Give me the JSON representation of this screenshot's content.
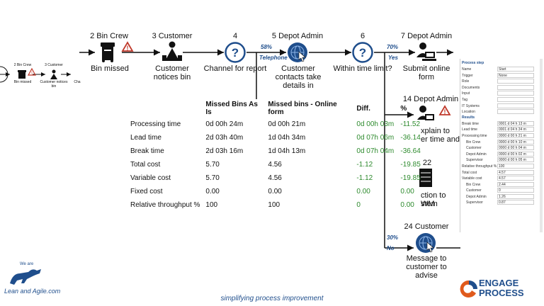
{
  "steps": [
    {
      "header": "2 Bin Crew",
      "label": "Bin missed"
    },
    {
      "header": "3 Customer",
      "label": "Customer notices bin"
    },
    {
      "header": "4",
      "label": "Channel for report"
    },
    {
      "header": "5 Depot Admin",
      "label": "Customer contacts take details in"
    },
    {
      "header": "6",
      "label": "Within time limit?"
    },
    {
      "header": "7 Depot Admin",
      "label": "Submit online form"
    }
  ],
  "edges": {
    "telephone_pct": "58%",
    "telephone_label": "Telephone",
    "yes_pct": "70%",
    "yes_label": "Yes",
    "no_pct": "30%",
    "no_label": "No"
  },
  "mini": {
    "a_header": "2 Bin Crew",
    "a_label": "Bin missed",
    "b_header": "3 Customer",
    "b_label": "Customer notices bin",
    "c_label": "Cha"
  },
  "right_steps": {
    "s14_header": "14 Depot Admin",
    "s14_label_1": "xplain to",
    "s14_label_2": "er time and",
    "s22_header": "22",
    "s22_label_1": "ction to WM",
    "s22_label_2": "stem",
    "s24_header": "24 Customer",
    "s24_label": "Message to customer to advise"
  },
  "table": {
    "headers": [
      "",
      "Missed Bins As Is",
      "Missed bins - Online form",
      "Diff.",
      "%"
    ],
    "rows": [
      [
        "Processing time",
        "0d 00h 24m",
        "0d 00h 21m",
        "0d 00h 03m",
        "-11.52"
      ],
      [
        "Lead time",
        "2d 03h 40m",
        "1d 04h 34m",
        "0d 07h 06m",
        "-36.14"
      ],
      [
        "Break time",
        "2d 03h 16m",
        "1d 04h 13m",
        "0d 07h 04m",
        "-36.64"
      ],
      [
        "Total cost",
        "5.70",
        "4.56",
        "-1.12",
        "-19.85"
      ],
      [
        "Variable cost",
        "5.70",
        "4.56",
        "-1.12",
        "-19.85"
      ],
      [
        "Fixed cost",
        "0.00",
        "0.00",
        "0.00",
        "0.00"
      ],
      [
        "Relative throughput %",
        "100",
        "100",
        "0",
        "0.00"
      ]
    ]
  },
  "panel": {
    "title": "Process step",
    "rows": [
      {
        "k": "Name",
        "v": "Start"
      },
      {
        "k": "Trigger",
        "v": "None"
      },
      {
        "k": "Role",
        "v": ""
      },
      {
        "k": "Documents",
        "v": ""
      },
      {
        "k": "Input",
        "v": ""
      },
      {
        "k": "Tag",
        "v": ""
      },
      {
        "k": "IT Systems",
        "v": ""
      },
      {
        "k": "Location",
        "v": ""
      }
    ],
    "results_title": "Results",
    "results": [
      {
        "k": "Break time",
        "v": "0001 d 04 h 13 m"
      },
      {
        "k": "Lead time",
        "v": "0001 d 04 h 34 m"
      },
      {
        "k": "Processing time",
        "v": "0000 d 00 h 21 m"
      },
      {
        "k": "Bin Crew",
        "v": "0000 d 00 h 10 m"
      },
      {
        "k": "Customer",
        "v": "0000 d 00 h 04 m"
      },
      {
        "k": "Depot Admin",
        "v": "0000 d 00 h 02 m"
      },
      {
        "k": "Supervisor",
        "v": "0000 d 00 h 05 m"
      },
      {
        "k": "Relative throughput %",
        "v": "100"
      },
      {
        "k": "Total cost",
        "v": "4.57"
      },
      {
        "k": "Variable cost",
        "v": "4.57"
      },
      {
        "k": "Bin Crew",
        "v": "2.44"
      },
      {
        "k": "Customer",
        "v": "0"
      },
      {
        "k": "Depot Admin",
        "v": "1.26"
      },
      {
        "k": "Supervisor",
        "v": "0.87"
      }
    ]
  },
  "footer": "simplifying process improvement",
  "logo_left": {
    "line1": "We are",
    "line2": "Lean and Agile.com"
  },
  "logo_right": {
    "line1": "ENGAGE",
    "line2": "PROCESS"
  },
  "colors": {
    "accent": "#1f4e8c",
    "green": "#2e8b2e",
    "warning": "#c0392b"
  }
}
